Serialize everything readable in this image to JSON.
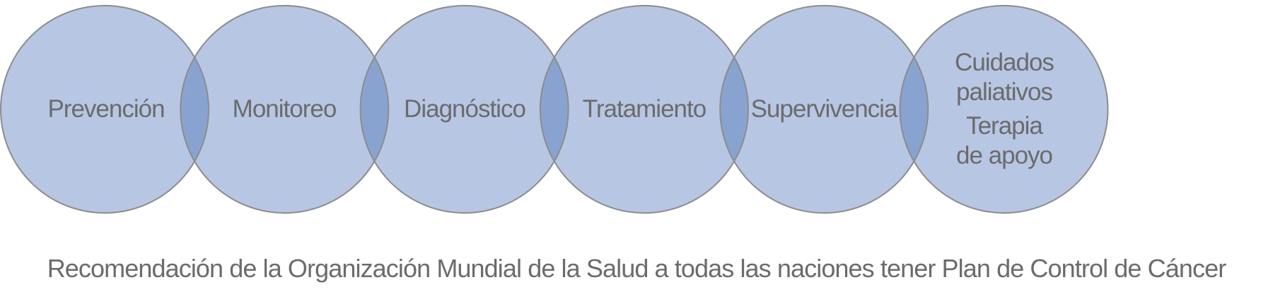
{
  "stages": [
    {
      "label": "Prevención"
    },
    {
      "label": "Monitoreo"
    },
    {
      "label": "Diagnóstico"
    },
    {
      "label": "Tratamiento"
    },
    {
      "label": "Supervivencia"
    },
    {
      "label_lines": [
        "Cuidados",
        "paliativos",
        "Terapia",
        "de apoyo"
      ]
    }
  ],
  "caption": "Recomendación de la Organización Mundial de la Salud a todas las naciones tener Plan de Control de Cáncer",
  "colors": {
    "circle_fill": "#b7c6e3",
    "overlap_fill": "#89a3d1",
    "stroke": "#8c8c8c",
    "text": "#6b6b6b"
  }
}
